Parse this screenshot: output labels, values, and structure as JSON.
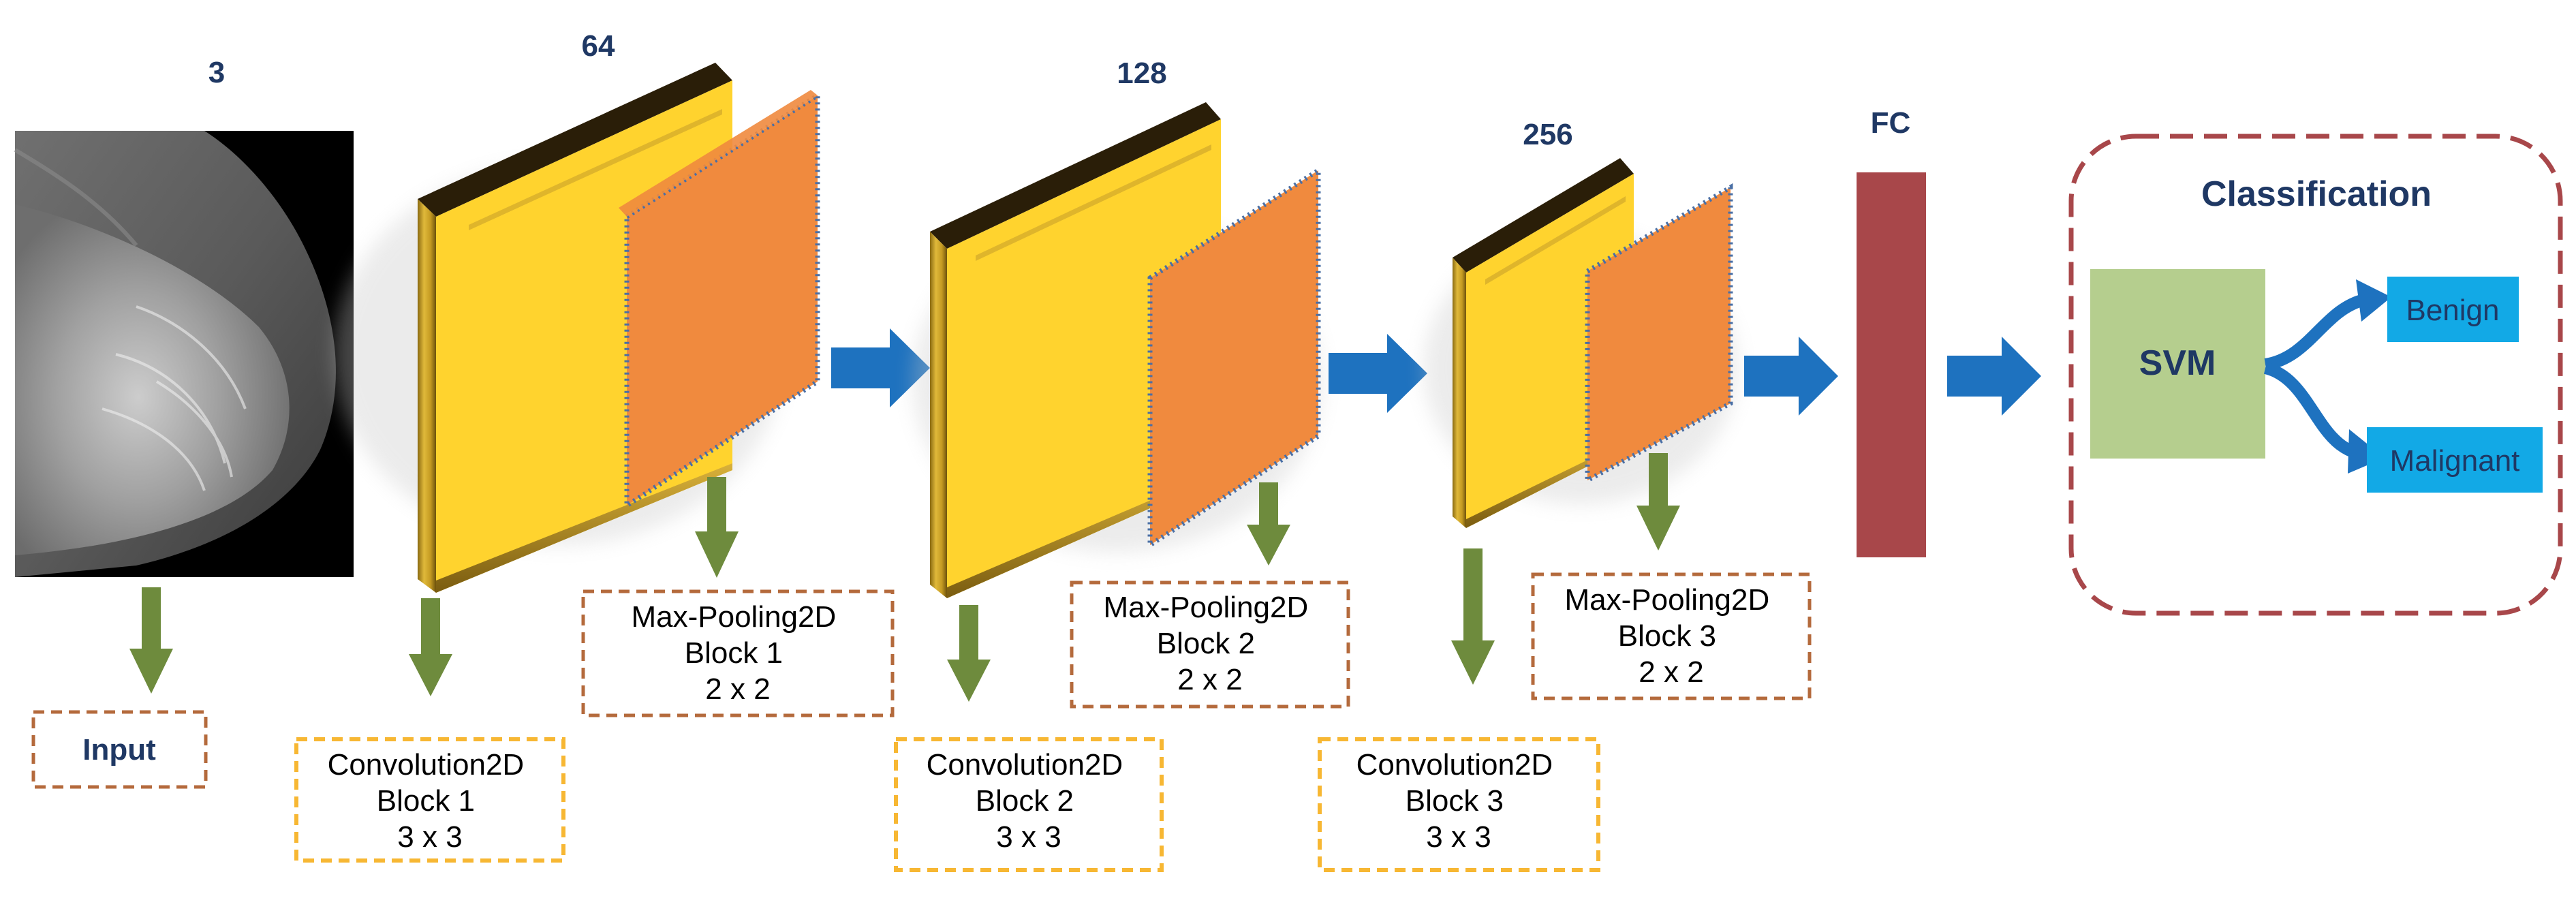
{
  "title": "",
  "input": {
    "channels": "3",
    "label": "Input"
  },
  "blocks": [
    {
      "filters": "64",
      "conv_label": [
        "Convolution2D",
        "Block 1",
        "3 x 3"
      ],
      "pool_label": [
        "Max-Pooling2D",
        "Block 1",
        "2 x 2"
      ]
    },
    {
      "filters": "128",
      "conv_label": [
        "Convolution2D",
        "Block 2",
        "3 x 3"
      ],
      "pool_label": [
        "Max-Pooling2D",
        "Block 2",
        "2 x 2"
      ]
    },
    {
      "filters": "256",
      "conv_label": [
        "Convolution2D",
        "Block 3",
        "3 x 3"
      ],
      "pool_label": [
        "Max-Pooling2D",
        "Block 3",
        "2 x 2"
      ]
    }
  ],
  "fc": {
    "label": "FC"
  },
  "classification": {
    "title": "Classification",
    "classifier": "SVM",
    "outputs": [
      "Benign",
      "Malignant"
    ]
  },
  "colors": {
    "label_navy": "#1F3864",
    "conv_face": "#FFD32E",
    "conv_gold": "#C9A12A",
    "conv_top": "#2A1E08",
    "pool_face": "#F08A3E",
    "pool_border": "#4A6FA5",
    "flow_arrow": "#1E72BF",
    "down_arrow": "#6E8B3D",
    "fc_bar": "#A8474A",
    "svm_box": "#B5CE8E",
    "output_box": "#12A9E6",
    "conv_box_border": "#F7B733",
    "pool_box_border": "#B46A3C",
    "class_border": "#A8474A"
  }
}
